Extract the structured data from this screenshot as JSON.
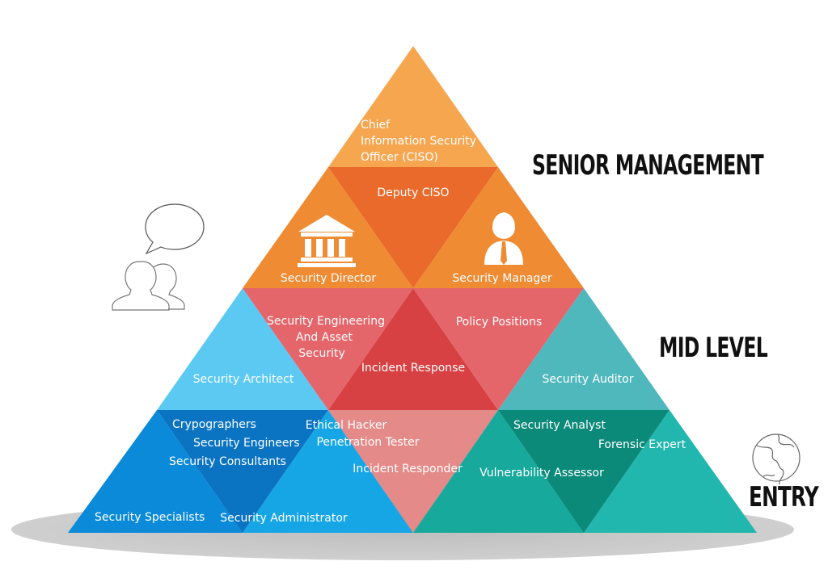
{
  "colors": {
    "senior_light": "#F5A64F",
    "senior_mid": "#EE8B33",
    "senior_dark": "#E96A2A",
    "mid_red_light": "#E4666B",
    "mid_red_dark": "#D74143",
    "mid_blue": "#5BC9F2",
    "mid_teal": "#4FB8BD",
    "entry_blue_dark": "#0B74C2",
    "entry_blue": "#0A8AD8",
    "entry_blue_light": "#16A6E6",
    "entry_pink": "#E48A88",
    "entry_teal": "#17A99B",
    "entry_teal_dark": "#0B8A7A",
    "entry_teal_light": "#22B7AE"
  },
  "tiers": {
    "senior": "SENIOR MANAGEMENT",
    "mid": "MID LEVEL",
    "entry": "ENTRY"
  },
  "senior": {
    "ciso_line1": "Chief",
    "ciso_line2": "Information Security",
    "ciso_line3": "Officer (CISO)",
    "deputy": "Deputy CISO",
    "director": "Security Director",
    "manager": "Security Manager"
  },
  "mid": {
    "engineering_line1": "Security Engineering",
    "engineering_line2": "And Asset",
    "engineering_line3": "Security",
    "policy": "Policy Positions",
    "incident": "Incident Response",
    "architect": "Security Architect",
    "auditor": "Security Auditor"
  },
  "entry": {
    "cryptographers": "Crypographers",
    "engineers": "Security Engineers",
    "consultants": "Security Consultants",
    "specialists": "Security Specialists",
    "administrator": "Security Administrator",
    "ethical_hacker": "Ethical Hacker",
    "pen_tester": "Penetration Tester",
    "responder": "Incident Responder",
    "analyst": "Security Analyst",
    "forensic": "Forensic Expert",
    "vulnerability": "Vulnerability Assessor"
  },
  "icons": [
    "building-icon",
    "businessman-icon",
    "speech-bubble-icon",
    "people-icon",
    "globe-icon"
  ]
}
